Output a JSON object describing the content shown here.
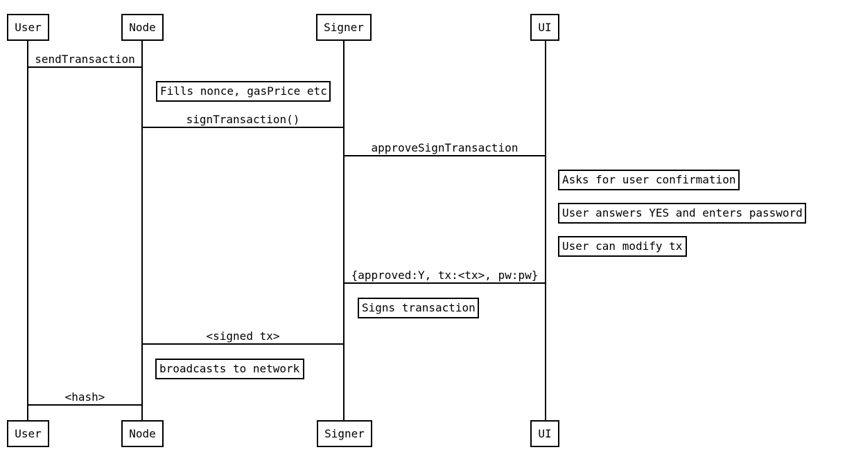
{
  "diagram": {
    "type": "sequence-diagram",
    "colors": {
      "background": "#ffffff",
      "line": "#000000",
      "text": "#000000",
      "box_fill": "#ffffff"
    },
    "actors": [
      {
        "name": "User"
      },
      {
        "name": "Node"
      },
      {
        "name": "Signer"
      },
      {
        "name": "UI"
      }
    ],
    "messages": [
      {
        "label": "sendTransaction",
        "from": "User",
        "to": "Node"
      },
      {
        "label": "signTransaction()",
        "from": "Node",
        "to": "Signer"
      },
      {
        "label": "approveSignTransaction",
        "from": "Signer",
        "to": "UI"
      },
      {
        "label": "{approved:Y, tx:<tx>, pw:pw}",
        "from": "UI",
        "to": "Signer"
      },
      {
        "label": "<signed tx>",
        "from": "Signer",
        "to": "Node"
      },
      {
        "label": "<hash>",
        "from": "Node",
        "to": "User"
      }
    ],
    "notes": [
      {
        "label": "Fills nonce, gasPrice etc",
        "on": "Node"
      },
      {
        "label": "Asks for user confirmation",
        "on": "UI"
      },
      {
        "label": "User answers YES and enters password",
        "on": "UI"
      },
      {
        "label": "User can modify tx",
        "on": "UI"
      },
      {
        "label": "Signs transaction",
        "on": "Signer"
      },
      {
        "label": "broadcasts to network",
        "on": "Node"
      }
    ]
  }
}
